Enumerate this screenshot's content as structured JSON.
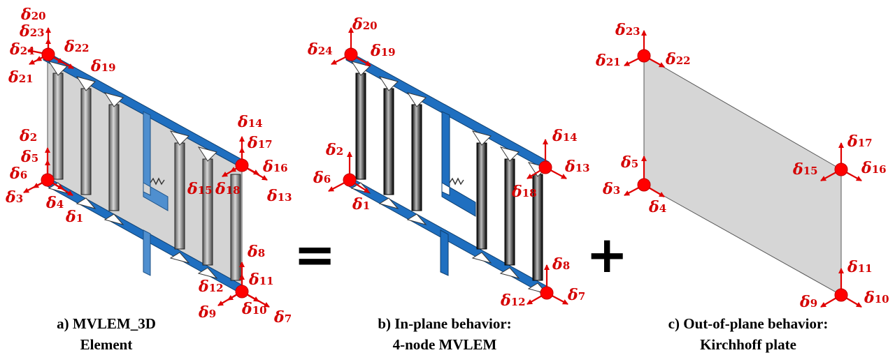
{
  "colors": {
    "beam": "#1f6fc0",
    "node": "#ff0000",
    "arrow": "#e00000",
    "label": "#d40000",
    "panel": "#d4d4d4",
    "strut_gray": "#808080",
    "strut_black": "#111111"
  },
  "captions": {
    "a_line1": "a) MVLEM_3D",
    "a_line2": "Element",
    "b_line1": "b) In-plane behavior:",
    "b_line2": "4-node MVLEM",
    "c_line1": "c) Out-of-plane behavior:",
    "c_line2": "Kirchhoff plate"
  },
  "symbols": {
    "equals": "=",
    "plus": "+"
  },
  "dof_symbol": "δ",
  "panel_a_labels": [
    "20",
    "23",
    "24",
    "22",
    "19",
    "21",
    "14",
    "17",
    "16",
    "15",
    "18",
    "13",
    "2",
    "5",
    "6",
    "3",
    "4",
    "1",
    "8",
    "11",
    "12",
    "10",
    "9",
    "7"
  ],
  "panel_b_labels": [
    "20",
    "24",
    "19",
    "14",
    "13",
    "18",
    "2",
    "6",
    "1",
    "8",
    "12",
    "7"
  ],
  "panel_c_labels": [
    "23",
    "21",
    "22",
    "17",
    "15",
    "16",
    "5",
    "3",
    "4",
    "11",
    "9",
    "10"
  ]
}
